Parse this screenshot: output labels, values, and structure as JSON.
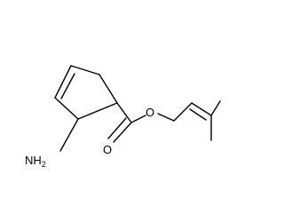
{
  "molecule": {
    "atoms": {
      "amine": {
        "element": "N",
        "hydrogens": "2"
      },
      "carbonyl_oxygen": {
        "element": "O"
      },
      "ester_oxygen": {
        "element": "O"
      }
    }
  },
  "colors": {
    "bond": "#000000",
    "label": "#000000",
    "background": "#ffffff"
  }
}
